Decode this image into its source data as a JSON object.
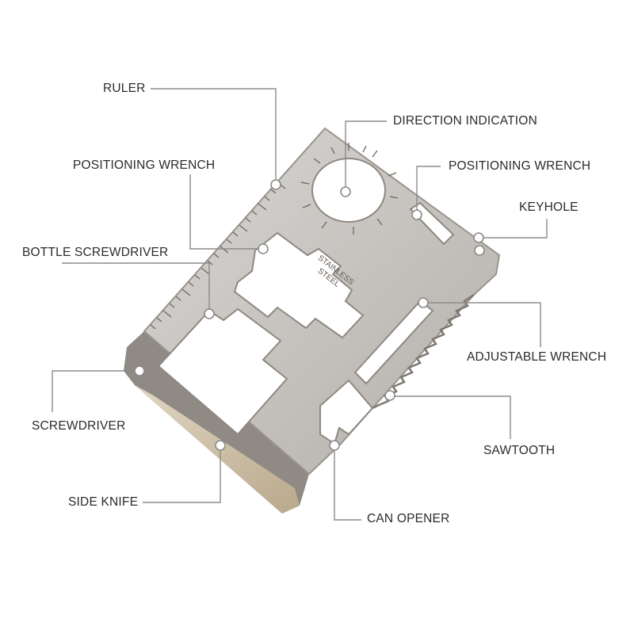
{
  "card": {
    "stamp_lines": [
      "STAINLESS",
      "STEEL"
    ],
    "metal_color": "#c9c6c2",
    "edge_color": "#9a948c",
    "blade_color": "#cdbfa6"
  },
  "labels": {
    "ruler": "RULER",
    "direction_indication": "DIRECTION INDICATION",
    "positioning_wrench_left": "POSITIONING WRENCH",
    "positioning_wrench_right": "POSITIONING WRENCH",
    "keyhole": "KEYHOLE",
    "bottle_screwdriver": "BOTTLE SCREWDRIVER",
    "adjustable_wrench": "ADJUSTABLE WRENCH",
    "screwdriver": "SCREWDRIVER",
    "sawtooth": "SAWTOOTH",
    "side_knife": "SIDE KNIFE",
    "can_opener": "CAN OPENER"
  }
}
